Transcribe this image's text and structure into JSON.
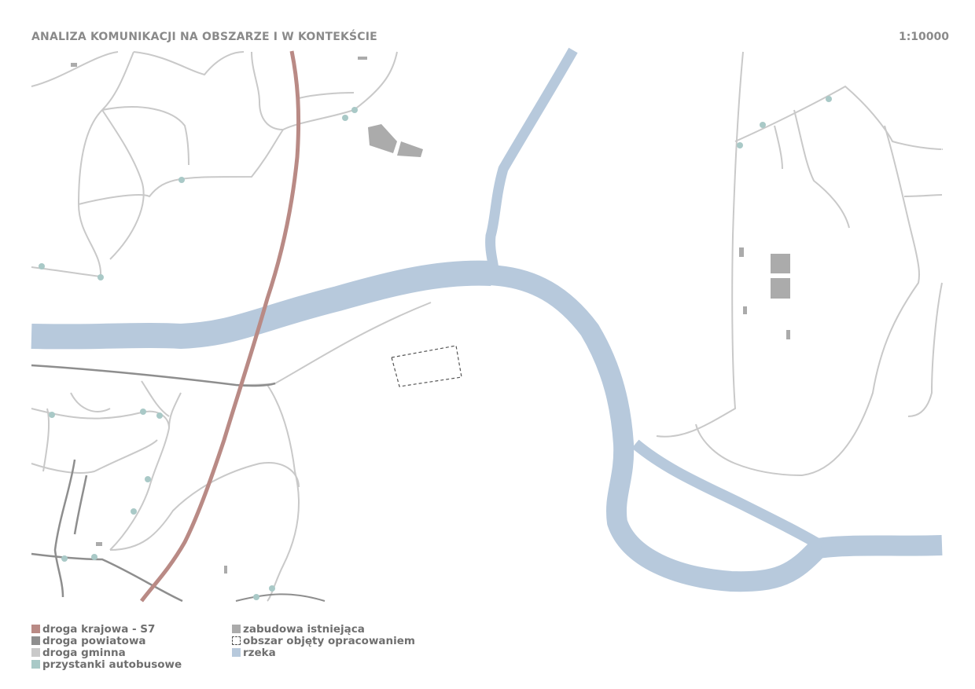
{
  "header": {
    "title": "ANALIZA  KOMUNIKACJI NA OBSZARZE I W KONTEKŚCIE",
    "scale": "1:10000"
  },
  "legend": {
    "left": [
      {
        "label": "droga krajowa - S7",
        "color": "#b98a85"
      },
      {
        "label": "droga powiatowa",
        "color": "#8e8e8e"
      },
      {
        "label": "droga gminna",
        "color": "#c9c9c9"
      },
      {
        "label": "przystanki autobusowe",
        "color": "#a9c9c7"
      }
    ],
    "right": [
      {
        "label": "zabudowa istniejąca",
        "color": "#ababab"
      },
      {
        "label": "obszar objęty opracowaniem",
        "color": "dashed"
      },
      {
        "label": "rzeka",
        "color": "#b7c9dc"
      }
    ]
  }
}
